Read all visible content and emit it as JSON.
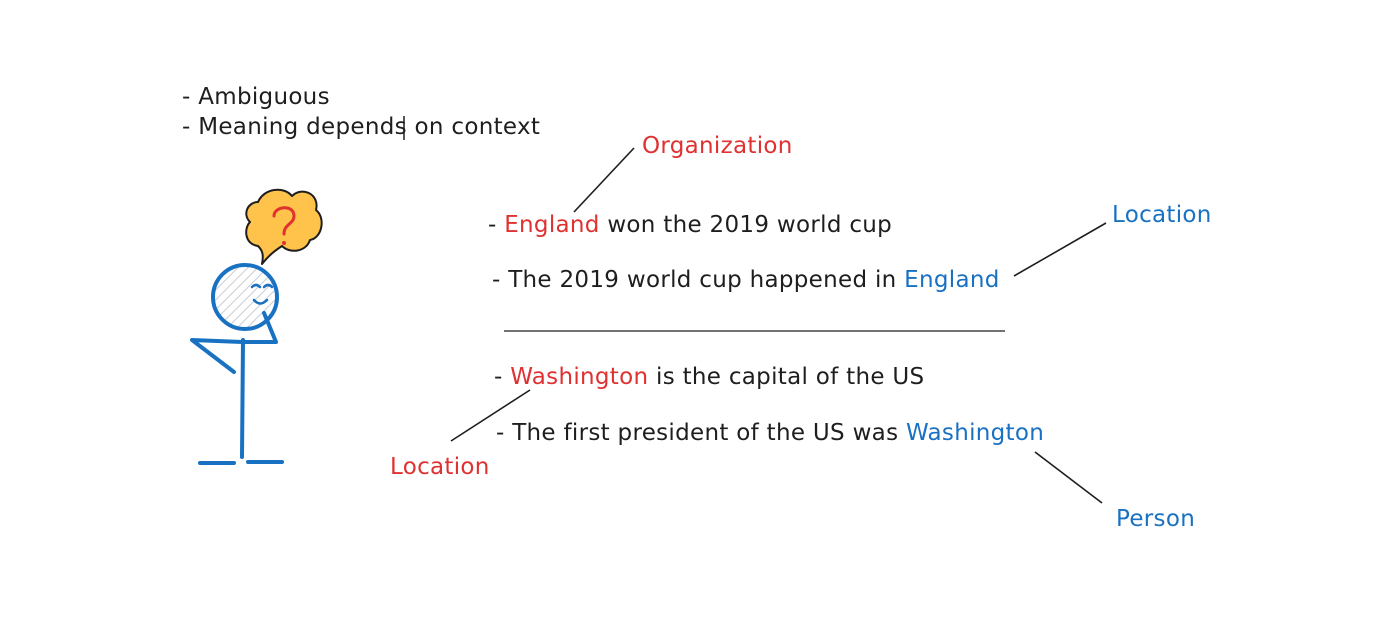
{
  "notes": {
    "line1": "- Ambiguous",
    "line2": "- Meaning depends on context"
  },
  "examples": [
    {
      "prefix": "- ",
      "entity": "England",
      "rest": " won the 2019 world cup"
    },
    {
      "prefix": "- The 2019 world cup happened in ",
      "entity": "England",
      "rest": ""
    },
    {
      "prefix": "- ",
      "entity": "Washington",
      "rest": "  is the capital of the US"
    },
    {
      "prefix": "- The first president of the US was ",
      "entity": "Washington",
      "rest": ""
    }
  ],
  "labels": {
    "organization": "Organization",
    "location_top": "Location",
    "location_bottom": "Location",
    "person": "Person"
  },
  "thought_bubble_symbol": "?",
  "colors": {
    "text": "#1e1e1e",
    "red": "#e03131",
    "blue": "#1971c2",
    "bubble_fill": "#ffc24b",
    "figure": "#1971c2"
  },
  "icons": [
    "stick-figure-icon",
    "thought-bubble-icon",
    "question-mark-icon"
  ]
}
